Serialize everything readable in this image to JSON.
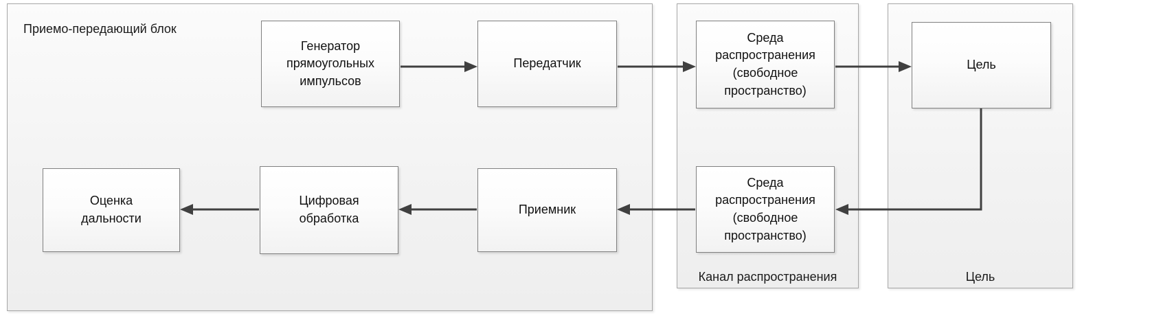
{
  "diagram": {
    "title_text": "Приемо-передающий блок",
    "groups": [
      {
        "id": "transceiver",
        "label": "Приемо-передающий блок",
        "label_position": "top-left"
      },
      {
        "id": "channel",
        "label": "Канал распространения",
        "label_position": "bottom-center"
      },
      {
        "id": "target",
        "label": "Цель",
        "label_position": "bottom-center"
      }
    ],
    "blocks": [
      {
        "id": "pulse-generator",
        "label": "Генератор\nпрямоугольных\nимпульсов"
      },
      {
        "id": "transmitter",
        "label": "Передатчик"
      },
      {
        "id": "medium-forward",
        "label": "Среда\nраспространения\n(свободное\nпространство)"
      },
      {
        "id": "target-block",
        "label": "Цель"
      },
      {
        "id": "medium-return",
        "label": "Среда\nраспространения\n(свободное\nпространство)"
      },
      {
        "id": "receiver",
        "label": "Приемник"
      },
      {
        "id": "digital-processing",
        "label": "Цифровая\nобработка"
      },
      {
        "id": "range-estimation",
        "label": "Оценка\nдальности"
      }
    ],
    "connections": [
      {
        "id": "gen-to-tx",
        "from": "pulse-generator",
        "to": "transmitter",
        "direction": "right"
      },
      {
        "id": "tx-to-medium",
        "from": "transmitter",
        "to": "medium-forward",
        "direction": "right"
      },
      {
        "id": "medium-to-target",
        "from": "medium-forward",
        "to": "target-block",
        "direction": "right"
      },
      {
        "id": "target-to-medium-return",
        "from": "target-block",
        "to": "medium-return",
        "direction": "elbow-down-left"
      },
      {
        "id": "medium-return-to-rx",
        "from": "medium-return",
        "to": "receiver",
        "direction": "left"
      },
      {
        "id": "rx-to-dsp",
        "from": "receiver",
        "to": "digital-processing",
        "direction": "left"
      },
      {
        "id": "dsp-to-range",
        "from": "digital-processing",
        "to": "range-estimation",
        "direction": "left"
      }
    ],
    "colors": {
      "connector": "#404040",
      "box_border": "#808080",
      "group_border": "#a6a6a6",
      "text": "#111111",
      "background": "#ffffff"
    }
  }
}
